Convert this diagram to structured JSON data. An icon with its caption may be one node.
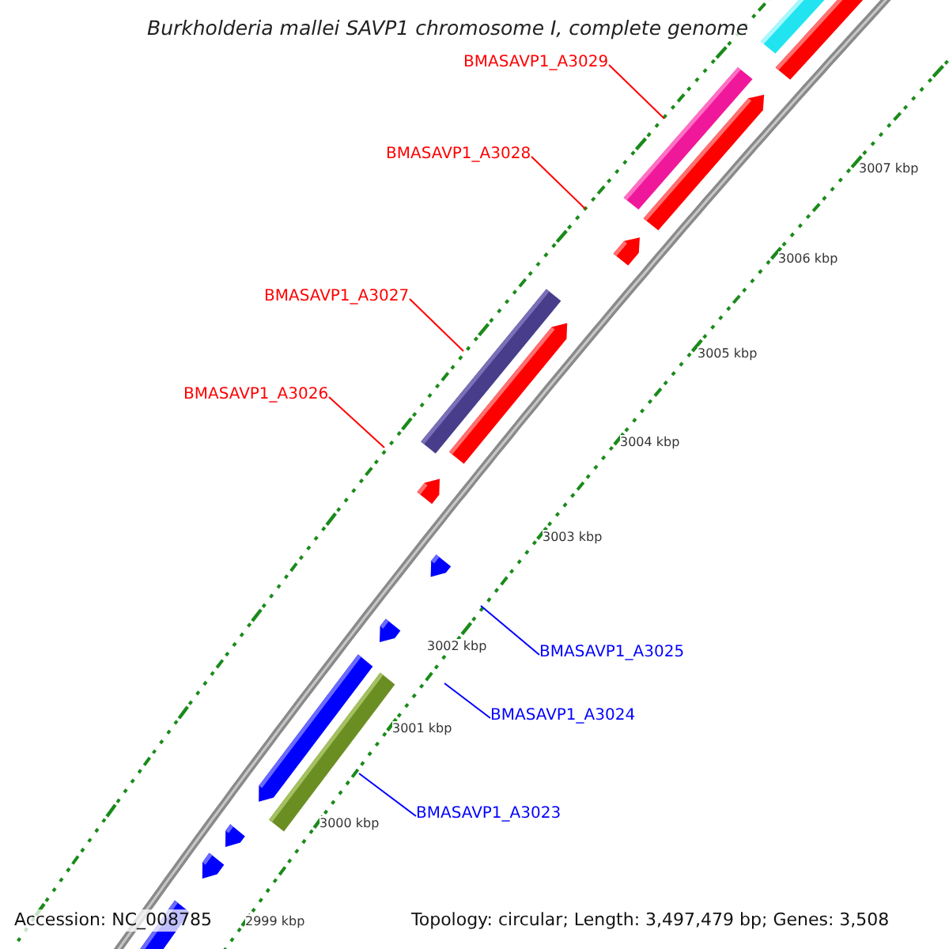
{
  "diagram": {
    "title": "Burkholderia mallei SAVP1 chromosome I, complete genome",
    "nodes": [
      {
        "text": [
          "BMASAVP1_A3029"
        ]
      },
      {
        "text": [
          "BMASAVP1_A3028"
        ]
      },
      {
        "text": [
          "BMASAVP1_A3027"
        ]
      },
      {
        "text": [
          "BMASAVP1_A3026"
        ]
      },
      {
        "text": [
          "BMASAVP1_A3025"
        ]
      },
      {
        "text": [
          "BMASAVP1_A3024"
        ]
      },
      {
        "text": [
          "BMASAVP1_A3023"
        ]
      }
    ],
    "edges": [
      {
        "from": 0,
        "to": null,
        "arrow": "none"
      },
      {
        "from": 1,
        "to": null,
        "arrow": "none"
      },
      {
        "from": 2,
        "to": null,
        "arrow": "none"
      },
      {
        "from": 3,
        "to": null,
        "arrow": "none"
      },
      {
        "from": 4,
        "to": null,
        "arrow": "none",
        "color": "#0000ff"
      },
      {
        "from": 5,
        "to": null,
        "arrow": "none",
        "color": "#0000ff"
      },
      {
        "from": 6,
        "to": null,
        "arrow": "none",
        "color": "#0000ff"
      }
    ],
    "labels": [
      "3007 kbp",
      "3006 kbp",
      "3005 kbp",
      "3004 kbp",
      "3003 kbp",
      "3002 kbp",
      "3001 kbp",
      "3000 kbp",
      "2999 kbp",
      "Accession: NC_008785",
      "Topology: circular; Length: 3,497,479 bp; Genes: 3,508"
    ]
  }
}
